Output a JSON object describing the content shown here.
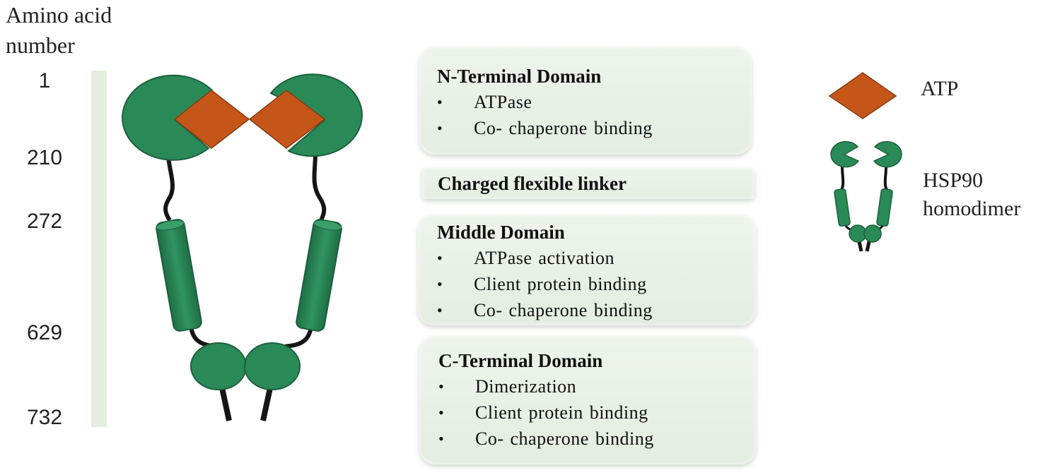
{
  "axis": {
    "title": "Amino acid\nnumber",
    "labels": [
      "1",
      "210",
      "272",
      "629",
      "732"
    ]
  },
  "domains": {
    "n_terminal": {
      "title": "N-Terminal Domain",
      "items": [
        "ATPase",
        "Co- chaperone binding"
      ]
    },
    "linker": {
      "title": "Charged flexible linker"
    },
    "middle": {
      "title": "Middle Domain",
      "items": [
        "ATPase activation",
        "Client protein binding",
        "Co- chaperone binding"
      ]
    },
    "c_terminal": {
      "title": "C-Terminal Domain",
      "items": [
        "Dimerization",
        "Client protein binding",
        "Co- chaperone binding"
      ]
    }
  },
  "legend": {
    "atp_label": "ATP",
    "dimer_label": "HSP90\nhomodimer"
  },
  "colors": {
    "domain_green": "#2a8a57",
    "atp_orange": "#c5561a",
    "linker_black": "#151515",
    "box_fill": "#e8f0e5",
    "axis_bar": "#e3eee0"
  }
}
